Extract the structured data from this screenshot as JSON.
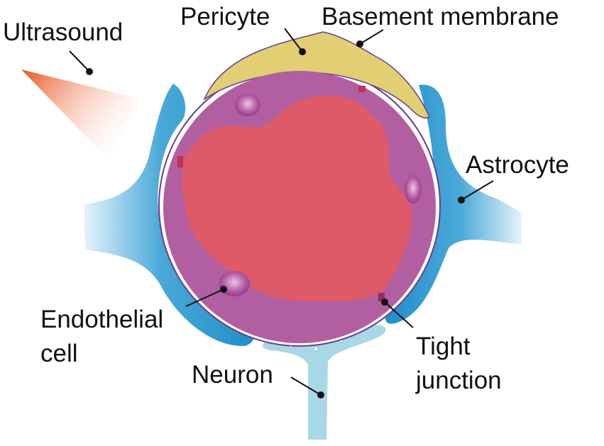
{
  "labels": {
    "ultrasound": "Ultrasound",
    "pericyte": "Pericyte",
    "basement_membrane": "Basement membrane",
    "astrocyte": "Astrocyte",
    "endothelial_line1": "Endothelial",
    "endothelial_line2": "cell",
    "tight_line1": "Tight",
    "tight_line2": "junction",
    "neuron": "Neuron"
  },
  "colors": {
    "ultrasound_dark": "#e8531c",
    "ultrasound_light": "#ffffff",
    "pericyte": "#e2cf73",
    "basement_membrane_outline": "#6a3d8f",
    "endothelial": "#b15fa0",
    "lumen": "#df5a68",
    "astrocyte_dark": "#1f8fc8",
    "astrocyte_light": "#dff0fa",
    "neuron": "#a8d8e6",
    "nucleus": "#9b3f8e",
    "tight_junction": "#c2305e",
    "text": "#111111"
  }
}
